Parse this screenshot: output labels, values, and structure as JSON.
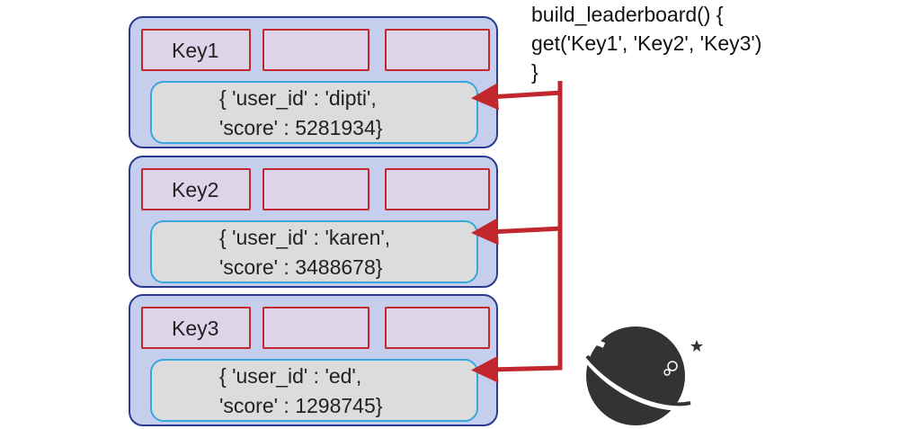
{
  "code": {
    "line1": "build_leaderboard() {",
    "line2": "get('Key1', 'Key2', 'Key3')",
    "line3": "}"
  },
  "groups": [
    {
      "key_label": "Key1",
      "value_line1": "{ 'user_id' : 'dipti',",
      "value_line2": "'score' : 5281934}"
    },
    {
      "key_label": "Key2",
      "value_line1": "{ 'user_id' : 'karen',",
      "value_line2": "'score' : 3488678}"
    },
    {
      "key_label": "Key3",
      "value_line1": "{ 'user_id' : 'ed',",
      "value_line2": "'score' : 1298745}"
    }
  ],
  "colors": {
    "group_fill": "#c5cfed",
    "group_border": "#2b3a8f",
    "slot_fill": "#ddd4ea",
    "slot_border": "#c1272d",
    "value_fill": "#dcdcdc",
    "value_border": "#3aa6de",
    "arrow": "#c1272d",
    "planet": "#333333"
  },
  "icons": {
    "logo": "planet-with-ring-icon",
    "star": "star-icon"
  }
}
